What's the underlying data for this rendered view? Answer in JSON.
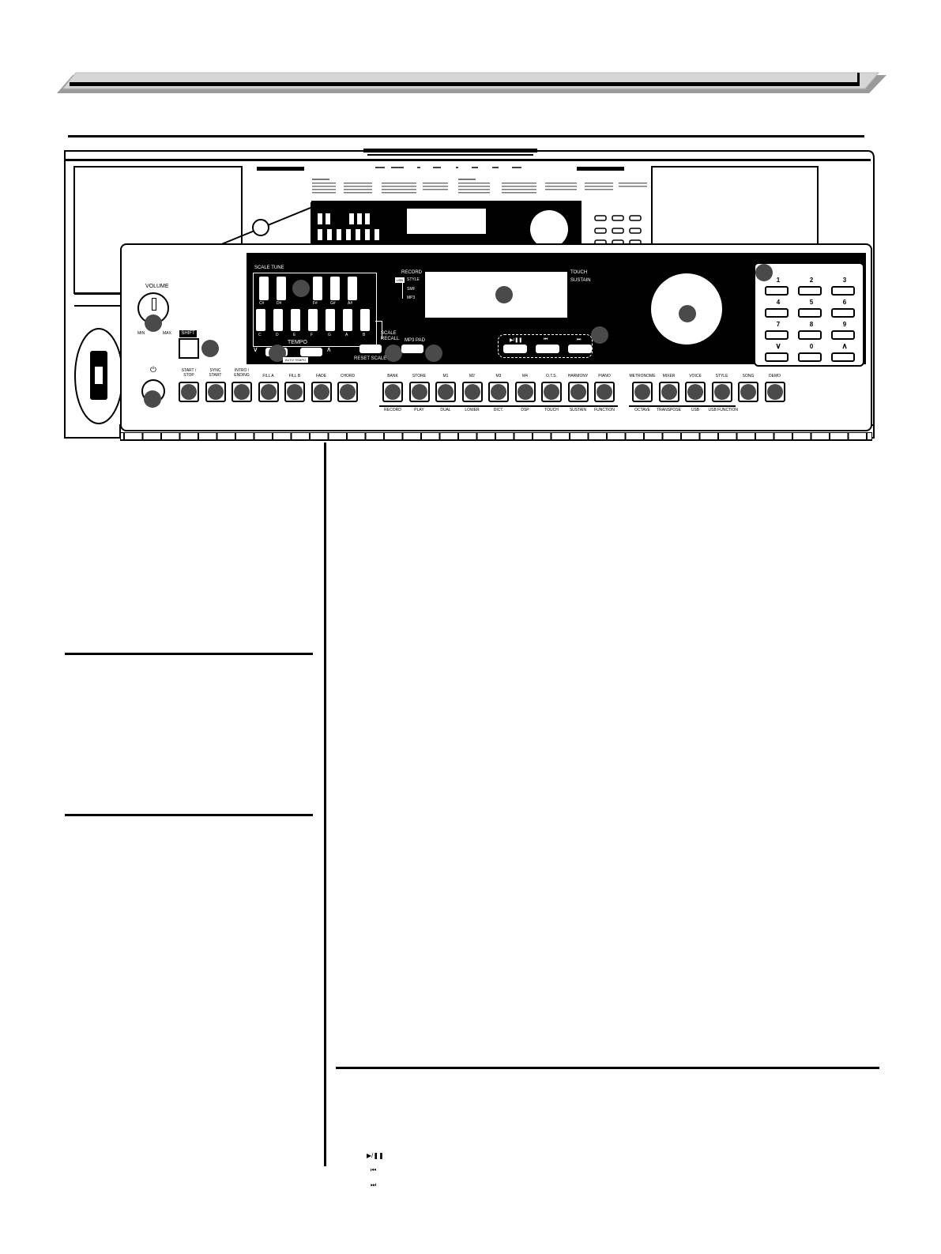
{
  "panel": {
    "volume_label": "VOLUME",
    "min_label": "MIN",
    "max_label": "MAX",
    "shift_label": "SHIFT",
    "power_symbol": "⏻",
    "scale_tune_label": "SCALE TUNE",
    "black_key_labels": [
      "C#",
      "D#",
      "F#",
      "G#",
      "A#"
    ],
    "white_key_labels": [
      "C",
      "D",
      "E",
      "F",
      "G",
      "A",
      "B"
    ],
    "tempo_label": "TEMPO",
    "tempo_down": "∨",
    "tempo_up": "∧",
    "auto_tempo_label": "AUTO TEMPO",
    "scale_recall_line1": "SCALE",
    "scale_recall_line2": "RECALL",
    "reset_scale_label": "RESET SCALE",
    "mp3_pad_label": "MP3 PAD",
    "display": {
      "record": "RECORD",
      "touch": "TOUCH",
      "sustain": "SUSTAIN",
      "usb": "USB",
      "style": "STYLE",
      "smf": "SMF",
      "mp3": "MP3"
    },
    "transport": [
      "▶/❚❚",
      "⏮",
      "⏭"
    ],
    "numpad": [
      "1",
      "2",
      "3",
      "4",
      "5",
      "6",
      "7",
      "8",
      "9",
      "∨",
      "0",
      "∧"
    ],
    "row_buttons": [
      {
        "top": "START /\nSTOP",
        "bottom": ""
      },
      {
        "top": "SYNC\nSTART",
        "bottom": ""
      },
      {
        "top": "INTRO /\nENDING",
        "bottom": ""
      },
      {
        "top": "FILL A",
        "bottom": ""
      },
      {
        "top": "FILL B",
        "bottom": ""
      },
      {
        "top": "FADE",
        "bottom": ""
      },
      {
        "top": "CHORD",
        "bottom": ""
      },
      {
        "top": "BANK",
        "bottom": "RECORD"
      },
      {
        "top": "STORE",
        "bottom": "PLAY"
      },
      {
        "top": "M1",
        "bottom": "DUAL"
      },
      {
        "top": "M2",
        "bottom": "LOWER"
      },
      {
        "top": "M3",
        "bottom": "DICT."
      },
      {
        "top": "M4",
        "bottom": "DSP"
      },
      {
        "top": "O.T.S.",
        "bottom": "TOUCH"
      },
      {
        "top": "HARMONY",
        "bottom": "SUSTAIN"
      },
      {
        "top": "PIANO",
        "bottom": "FUNCTION"
      },
      {
        "top": "METRONOME",
        "bottom": "OCTAVE"
      },
      {
        "top": "MIXER",
        "bottom": "TRANSPOSE"
      },
      {
        "top": "VOICE",
        "bottom": "USB"
      },
      {
        "top": "STYLE",
        "bottom": "USB FUNCTION"
      },
      {
        "top": "SONG",
        "bottom": ""
      },
      {
        "top": "DEMO",
        "bottom": ""
      }
    ]
  },
  "bottom_symbols": [
    "▶/❚❚",
    "⏮",
    "⏭"
  ]
}
